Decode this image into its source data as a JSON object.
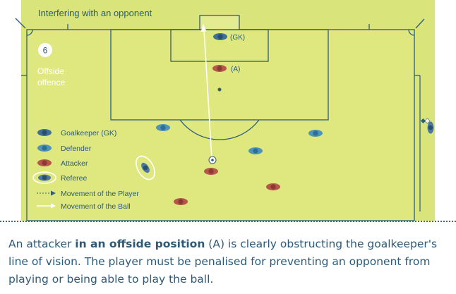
{
  "header": {
    "title": "Interfering with an opponent"
  },
  "badge": {
    "number": "6",
    "label_line1": "Offside",
    "label_line2": "offence"
  },
  "player_labels": {
    "gk": "(GK)",
    "attacker_a": "(A)"
  },
  "legend": [
    {
      "key": "goalkeeper",
      "label": "Goalkeeper (GK)"
    },
    {
      "key": "defender",
      "label": "Defender"
    },
    {
      "key": "attacker",
      "label": "Attacker"
    },
    {
      "key": "referee",
      "label": "Referee"
    },
    {
      "key": "player-movement",
      "label": "Movement of the Player"
    },
    {
      "key": "ball-movement",
      "label": "Movement of the Ball"
    }
  ],
  "caption": {
    "part1": "An attacker ",
    "bold": "in an offside position",
    "part2": " (A) is clearly obstructing the goalkeeper's line of vision. The player must be penalised for preventing an opponent from playing or being able to play the ball."
  },
  "colors": {
    "pitch": "#d9e57b",
    "lines": "#2d5d7b",
    "goalkeeper": "#3f6f95",
    "defender": "#4e93b8",
    "attacker": "#b5564a",
    "referee": "#4a78a0",
    "text_dark": "#2c5a78"
  }
}
